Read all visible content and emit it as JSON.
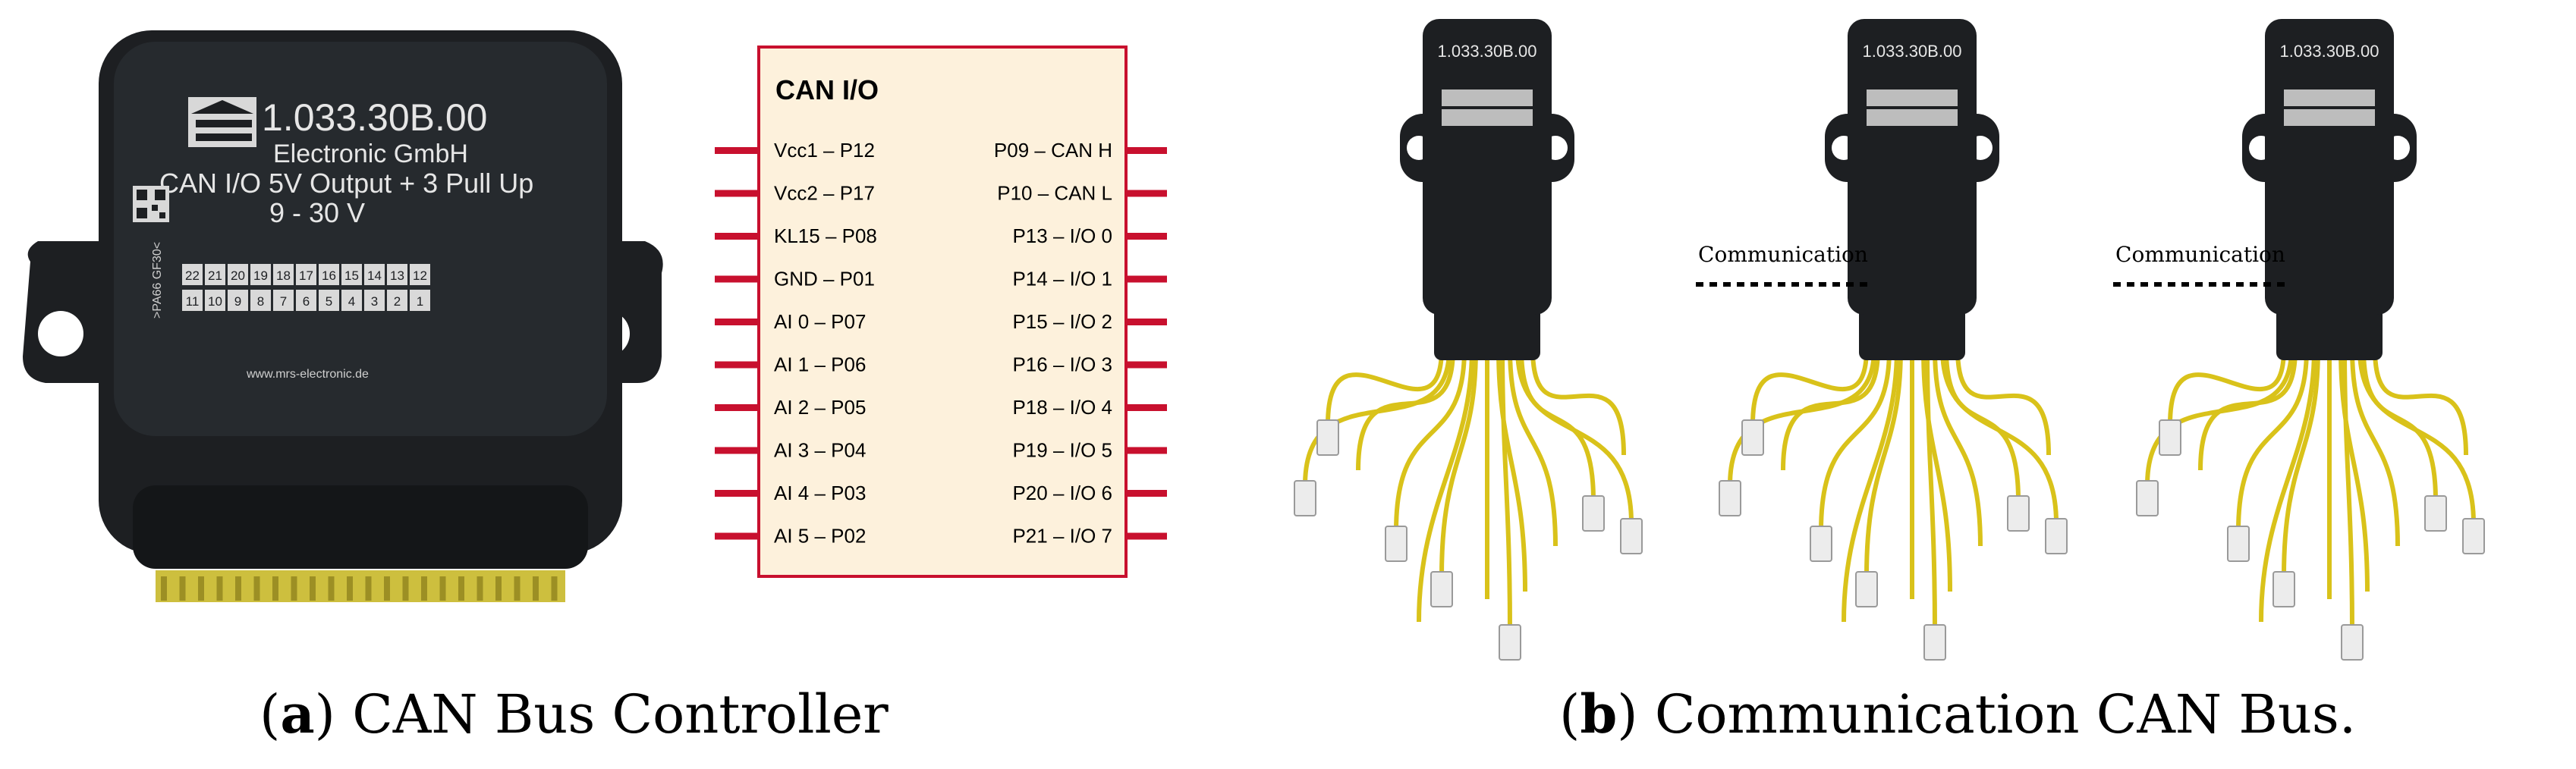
{
  "colors": {
    "pin": "#c8102e",
    "box_fill": "#fdf1dc",
    "box_stroke": "#c8102e",
    "device": "#1d1f22",
    "device_label": "#e6e6e6",
    "wire": "#d9c21a",
    "connector": "#ececec"
  },
  "controller": {
    "part_number": "1.033.30B.00",
    "maker": "Electronic GmbH",
    "model": "CAN I/O 5V Output + 3 Pull Up",
    "voltage": "9 - 30 V",
    "website": "www.mrs-electronic.de",
    "side_label": ">PA66 GF30<",
    "top_pins": [
      "22",
      "21",
      "20",
      "19",
      "18",
      "17",
      "16",
      "15",
      "14",
      "13",
      "12"
    ],
    "bottom_pins": [
      "11",
      "10",
      "9",
      "8",
      "7",
      "6",
      "5",
      "4",
      "3",
      "2",
      "1"
    ],
    "icons": [
      "qr-code-icon",
      "logo-icon"
    ]
  },
  "pinout": {
    "title": "CAN I/O",
    "left_pins": [
      "Vcc1 – P12",
      "Vcc2 – P17",
      "KL15 – P08",
      "GND – P01",
      "AI 0 – P07",
      "AI 1 – P06",
      "AI 2 – P05",
      "AI 3 – P04",
      "AI 4 – P03",
      "AI 5 – P02"
    ],
    "right_pins": [
      "P09 – CAN H",
      "P10 – CAN L",
      "P13 – I/O 0",
      "P14 – I/O 1",
      "P15 – I/O 2",
      "P16 – I/O 3",
      "P18 – I/O 4",
      "P19 – I/O 5",
      "P20 – I/O 6",
      "P21 – I/O 7"
    ]
  },
  "network": {
    "node_labels": [
      "1.033.30B.00",
      "1.033.30B.00",
      "1.033.30B.00"
    ],
    "links": [
      "Communication",
      "Communication"
    ]
  },
  "captions": {
    "a_letter": "a",
    "a_text": " CAN Bus Controller",
    "b_letter": "b",
    "b_text": " Communication CAN Bus."
  }
}
